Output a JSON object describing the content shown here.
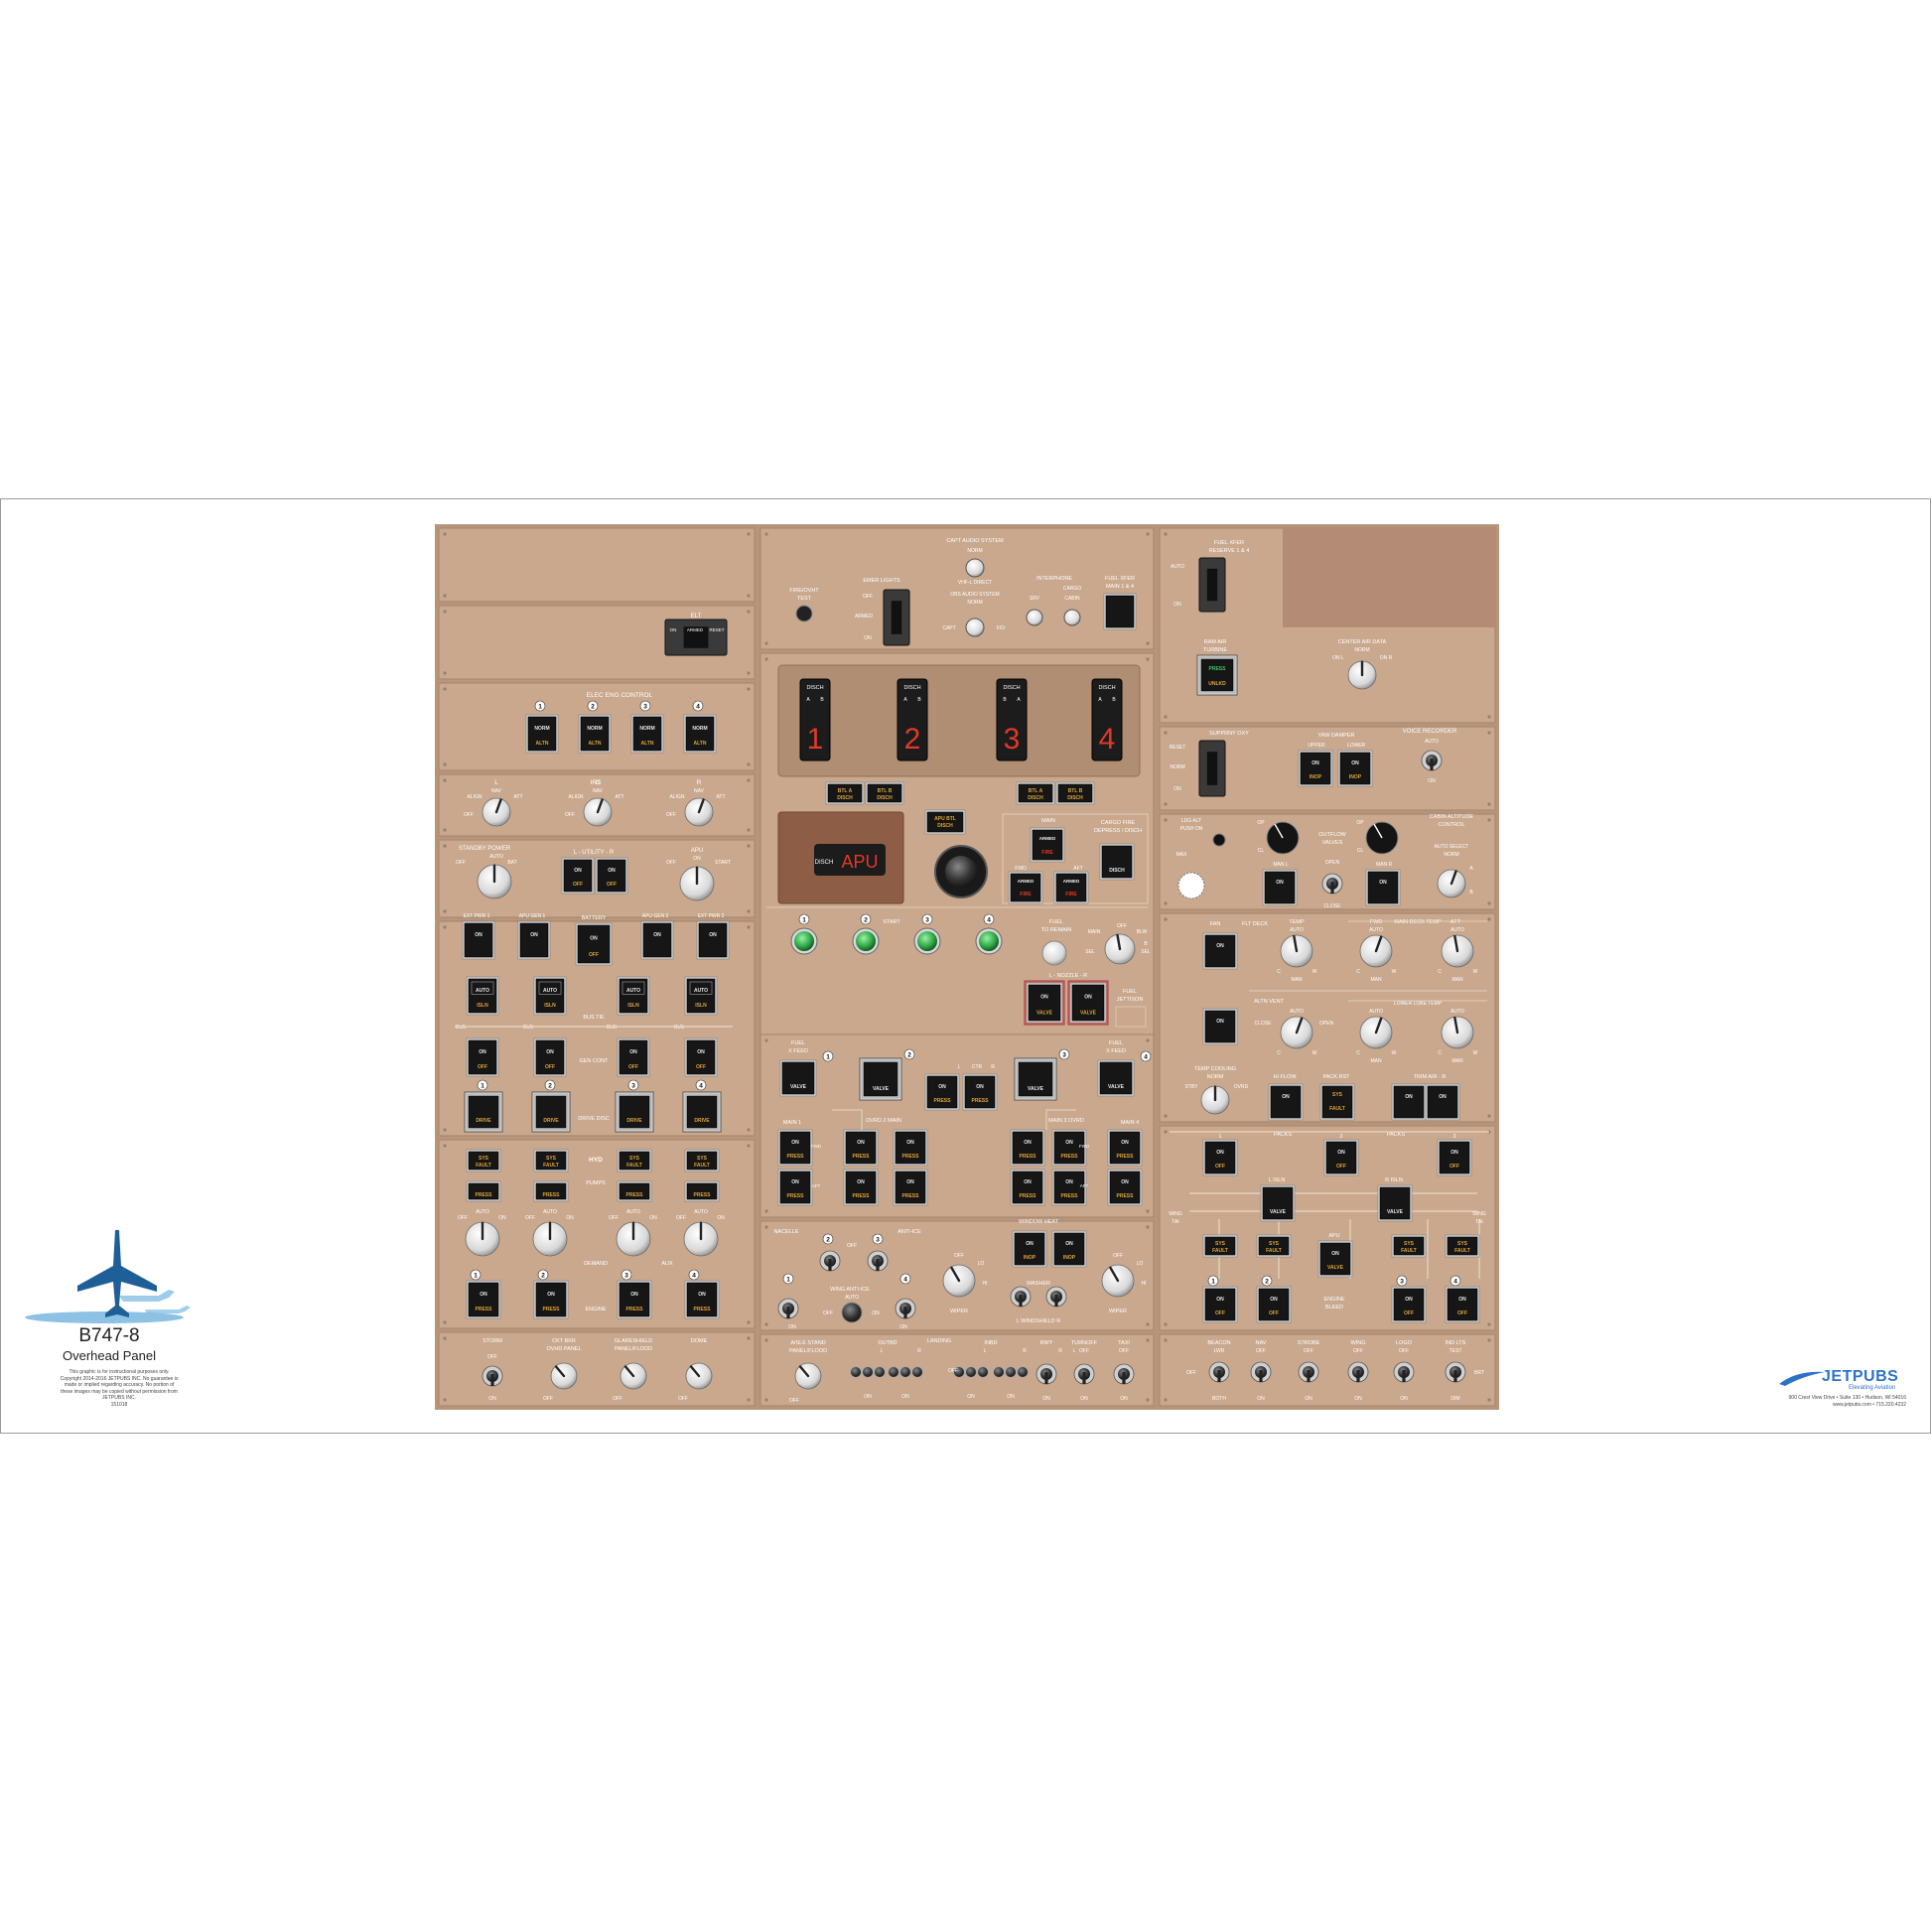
{
  "brand": {
    "title": "B747-8",
    "subtitle": "Overhead Panel",
    "fine_print": "This graphic is for instructional purposes only. Copyright 2014-2016 JETPUBS INC. No guarantee is made or implied regarding accuracy. No portion of these images may be copied without permission from JETPUBS INC.",
    "code": "151018"
  },
  "jetpubs": {
    "name": "JETPUBS",
    "tagline": "Elevating Aviation",
    "address": "900 Crest View Drive • Suite 130 • Hudson, WI 54016",
    "contact": "www.jetpubs.com • 715.220.4232"
  },
  "colors": {
    "panel": "#c9a88d",
    "panel_dark": "#b8957a",
    "line": "#ead6c4",
    "text": "#ffffff",
    "annun_amber": "#e0a43a",
    "annun_red": "#e03a28",
    "light_green": "#3fc55a",
    "annun_face": "#161616"
  },
  "panel": {
    "elt": {
      "title": "ELT",
      "labels": [
        "ON",
        "ARMED",
        "RESET"
      ]
    },
    "elec_eng_control": {
      "title": "ELEC ENG CONTROL",
      "switches": [
        {
          "num": "1",
          "top": "NORM",
          "bottom": "ALTN"
        },
        {
          "num": "2",
          "top": "NORM",
          "bottom": "ALTN"
        },
        {
          "num": "3",
          "top": "NORM",
          "bottom": "ALTN"
        },
        {
          "num": "4",
          "top": "NORM",
          "bottom": "ALTN"
        }
      ]
    },
    "irs": {
      "title": "IRS",
      "knobs": [
        {
          "label": "L",
          "positions": [
            "OFF",
            "ALIGN",
            "NAV",
            "ATT"
          ]
        },
        {
          "label": "C",
          "positions": [
            "OFF",
            "ALIGN",
            "NAV",
            "ATT"
          ]
        },
        {
          "label": "R",
          "positions": [
            "OFF",
            "ALIGN",
            "NAV",
            "ATT"
          ]
        }
      ]
    },
    "standby_power": {
      "title": "STANDBY POWER",
      "positions": [
        "OFF",
        "AUTO",
        "BAT"
      ]
    },
    "utility": {
      "title": "L - UTILITY - R",
      "buttons": [
        {
          "top": "ON",
          "bottom": "OFF"
        },
        {
          "top": "ON",
          "bottom": "OFF"
        }
      ]
    },
    "apu": {
      "title": "APU",
      "positions": [
        "OFF",
        "ON",
        "START"
      ]
    },
    "battery": {
      "title": "BATTERY",
      "top": "ON",
      "bottom": "OFF"
    },
    "ext_pwr": [
      {
        "label": "EXT PWR 1",
        "lamp": "ON"
      },
      {
        "label": "APU GEN 1",
        "lamp": "ON"
      },
      {
        "label": "APU GEN 2",
        "lamp": "ON"
      },
      {
        "label": "EXT PWR 2",
        "lamp": "ON"
      }
    ],
    "bus_tie": {
      "label": "BUS TIE",
      "buttons": [
        {
          "top": "AUTO",
          "bottom": "ISLN"
        },
        {
          "top": "AUTO",
          "bottom": "ISLN"
        },
        {
          "top": "AUTO",
          "bottom": "ISLN"
        },
        {
          "top": "AUTO",
          "bottom": "ISLN"
        }
      ],
      "bus_label": "BUS"
    },
    "gen_cont": {
      "label": "GEN CONT",
      "buttons": [
        {
          "top": "ON",
          "bottom": "OFF"
        },
        {
          "top": "ON",
          "bottom": "OFF"
        },
        {
          "top": "ON",
          "bottom": "OFF"
        },
        {
          "top": "ON",
          "bottom": "OFF"
        }
      ]
    },
    "drive_disc": {
      "label": "DRIVE DISC",
      "buttons": [
        {
          "num": "1",
          "text": "DRIVE"
        },
        {
          "num": "2",
          "text": "DRIVE"
        },
        {
          "num": "3",
          "text": "DRIVE"
        },
        {
          "num": "4",
          "text": "DRIVE"
        }
      ]
    },
    "hyd": {
      "label": "HYD",
      "pumps_label": "PUMPS",
      "sys_fault": [
        "SYS FAULT",
        "SYS FAULT",
        "SYS FAULT",
        "SYS FAULT"
      ],
      "press": [
        "PRESS",
        "PRESS",
        "PRESS",
        "PRESS"
      ],
      "knobs": [
        {
          "positions": [
            "OFF",
            "AUTO",
            "ON"
          ]
        },
        {
          "positions": [
            "OFF",
            "AUTO",
            "ON"
          ]
        },
        {
          "positions": [
            "OFF",
            "AUTO",
            "ON"
          ]
        },
        {
          "positions": [
            "OFF",
            "AUTO",
            "ON"
          ]
        }
      ],
      "demand": "DEMAND",
      "aux": "AUX",
      "engine": "ENGINE",
      "engine_buttons": [
        {
          "num": "1",
          "top": "ON",
          "bottom": "PRESS"
        },
        {
          "num": "2",
          "top": "ON",
          "bottom": "PRESS"
        },
        {
          "num": "3",
          "top": "ON",
          "bottom": "PRESS"
        },
        {
          "num": "4",
          "top": "ON",
          "bottom": "PRESS"
        }
      ]
    },
    "lower_left": [
      {
        "label": "STORM",
        "top": "OFF",
        "bottom": "ON"
      },
      {
        "label": "CKT BKR OVHD PANEL",
        "bottom": "OFF"
      },
      {
        "label": "GLARESHIELD PANEL/FLOOD",
        "bottom": "OFF"
      },
      {
        "label": "DOME",
        "bottom": "OFF"
      }
    ],
    "fire_ovht_test": "FIRE/OVHT TEST",
    "emer_lights": {
      "title": "EMER LIGHTS",
      "positions": [
        "OFF",
        "ARMED",
        "ON"
      ]
    },
    "capt_audio": {
      "title": "CAPT AUDIO SYSTEM",
      "norm": "NORM",
      "vhf": "VHF-L DIRECT",
      "obs": "OBS AUDIO SYSTEM",
      "norm2": "NORM",
      "capt": "CAPT",
      "fo": "F/O"
    },
    "interphone": {
      "title": "INTERPHONE",
      "cargo": "CARGO",
      "srv": "SRV",
      "cabin": "CABIN"
    },
    "fuel_xfer": {
      "title": "FUEL XFER MAIN 1 & 4"
    },
    "eng_fire": {
      "handles": [
        {
          "num": "1",
          "disch": "DISCH",
          "a": "A",
          "b": "B"
        },
        {
          "num": "2",
          "disch": "DISCH",
          "a": "A",
          "b": "B"
        },
        {
          "num": "3",
          "disch": "DISCH",
          "a": "A",
          "b": "B"
        },
        {
          "num": "4",
          "disch": "DISCH",
          "a": "A",
          "b": "B"
        }
      ],
      "btl": [
        "BTL A DISCH",
        "BTL B DISCH",
        "BTL A DISCH",
        "BTL B DISCH"
      ]
    },
    "apu_fire": {
      "handle": "APU",
      "disch": "DISCH",
      "btl": "APU BTL DISCH"
    },
    "cargo_fire": {
      "title": "CARGO FIRE DEPRESS / DISCH",
      "main": "MAIN",
      "fwd": "FWD",
      "aft": "AFT",
      "armed": [
        "ARMED",
        "ARMED",
        "ARMED"
      ],
      "fire": [
        "FIRE",
        "FIRE",
        "FIRE"
      ],
      "disch": "DISCH"
    },
    "start": {
      "label": "START",
      "nums": [
        "1",
        "2",
        "3",
        "4"
      ]
    },
    "fuel_jettison": {
      "to_remain": "FUEL TO REMAIN",
      "positions": [
        "OFF",
        "MAIN",
        "SEL",
        "BLW",
        "B",
        "SEL"
      ],
      "nozzle": "L - NOZZLE - R",
      "valves": [
        "ON VALVE",
        "ON VALVE"
      ],
      "label": "FUEL JETTISON"
    },
    "fuel": {
      "xfeed_left": {
        "label": "FUEL X FEED",
        "num": "1",
        "text": "VALVE"
      },
      "valve2": {
        "num": "2",
        "text": "VALVE"
      },
      "ctr": {
        "label": "CTR",
        "l": "L",
        "r": "R",
        "buttons": [
          "PRESS",
          "PRESS"
        ]
      },
      "valve3": {
        "num": "3",
        "text": "VALVE"
      },
      "xfeed_right": {
        "label": "FUEL X FEED",
        "num": "4",
        "text": "VALVE"
      },
      "main1": "MAIN 1",
      "ovrd2": "OVRD 2 MAIN",
      "main3": "MAIN 3 OVRD",
      "main4": "MAIN 4",
      "fwd": "FWD",
      "aft": "AFT",
      "press": "PRESS",
      "on": "ON"
    },
    "anti_ice": {
      "nacelle": "NACELLE",
      "label": "ANTI-ICE",
      "auto": "AUTO",
      "off": "OFF",
      "on": "ON",
      "wing": "WING ANTI-ICE",
      "nums": [
        "1",
        "2",
        "3",
        "4"
      ]
    },
    "window_heat": {
      "title": "WINDOW HEAT",
      "buttons": [
        "INOP",
        "INOP"
      ],
      "on": "ON"
    },
    "wipers": {
      "left": {
        "positions": [
          "OFF",
          "LO",
          "HI"
        ],
        "label": "WIPER"
      },
      "right": {
        "positions": [
          "OFF",
          "LO",
          "HI"
        ],
        "label": "WIPER"
      },
      "washer": "WASHER",
      "lr": "L WINDSHIELD R"
    },
    "lower_center": {
      "aisle": "AISLE STAND PANEL/FLOOD",
      "outbd": "OUTBD",
      "landing": "LANDING",
      "inbd": "INBD",
      "rwy": "RWY",
      "turnoff": "TURNOFF",
      "taxi": "TAXI",
      "l": "L",
      "r": "R",
      "on": "ON",
      "off": "OFF"
    },
    "right": {
      "fuel_xfer_reserve": {
        "title": "FUEL XFER RESERVE 1 & 4",
        "auto": "AUTO",
        "on": "ON"
      },
      "ram_air": {
        "title": "RAM AIR TURBINE",
        "press": "PRESS",
        "unlkd": "UNLKD"
      },
      "center_air_data": {
        "title": "CENTER AIR DATA",
        "norm": "NORM",
        "on_l": "ON L",
        "on_r": "ON R"
      },
      "supp_oxy": {
        "title": "SUPPRNY OXY",
        "reset": "RESET",
        "norm": "NORM",
        "on": "ON"
      },
      "yaw_damper": {
        "title": "YAW DAMPER",
        "upper": "UPPER",
        "lower": "LOWER",
        "inop": [
          "INOP",
          "INOP"
        ]
      },
      "voice_rec": {
        "title": "VOICE RECORDER",
        "auto": "AUTO",
        "on": "ON"
      },
      "ldg_alt": {
        "title": "LDG ALT PUSH ON",
        "max": "MAX"
      },
      "outflow": {
        "title": "OUTFLOW VALVES",
        "main_l": "MAN L",
        "main_r": "MAN R",
        "open": "OPEN",
        "close": "CLOSE",
        "op": "OP",
        "cl": "CL"
      },
      "cabin_alt": {
        "title": "CABIN ALTITUDE CONTROL",
        "auto": "AUTO SELECT NORM",
        "a": "A",
        "b": "B"
      },
      "temp": {
        "fan": "FAN",
        "flt_deck": "FLT DECK",
        "temp": "TEMP",
        "fwd": "FWD",
        "main_deck": "MAIN DECK TEMP",
        "aft": "AFT",
        "auto": "AUTO",
        "man": "MAN",
        "c": "C",
        "w": "W",
        "altn_vent": "ALTN VENT",
        "close": "CLOSE",
        "open": "OPEN",
        "lower_lobe": "LOWER LOBE TEMP"
      },
      "temp_cooling": {
        "title": "TEMP COOLING NORM",
        "stby": "STBY",
        "ovrd": "OVRD"
      },
      "hi_flow": "HI FLOW",
      "pack_rst": "PACK RST",
      "trim_air": "TRIM AIR - R",
      "packs": {
        "label": "PACKS",
        "nums": [
          "1",
          "2",
          "3"
        ]
      },
      "isln": {
        "l": "L ISLN",
        "r": "R ISLN",
        "valve": "VALVE"
      },
      "apu_label": "APU",
      "wing_tai": "WING TAI",
      "sys_fault": "SYS FAULT",
      "engine_bleed": "ENGINE BLEED",
      "off": "OFF",
      "on": "ON"
    },
    "lower_right": [
      {
        "label": "BEACON",
        "sub": "LWR",
        "bottom": "BOTH",
        "top": "OFF"
      },
      {
        "label": "NAV",
        "top": "OFF",
        "bottom": "ON"
      },
      {
        "label": "STROBE",
        "top": "OFF",
        "bottom": "ON"
      },
      {
        "label": "WING",
        "top": "OFF",
        "bottom": "ON"
      },
      {
        "label": "LOGO",
        "top": "OFF",
        "bottom": "ON"
      },
      {
        "label": "IND LTS",
        "top": "TEST",
        "bottom": "DIM",
        "side": "BRT"
      }
    ]
  }
}
